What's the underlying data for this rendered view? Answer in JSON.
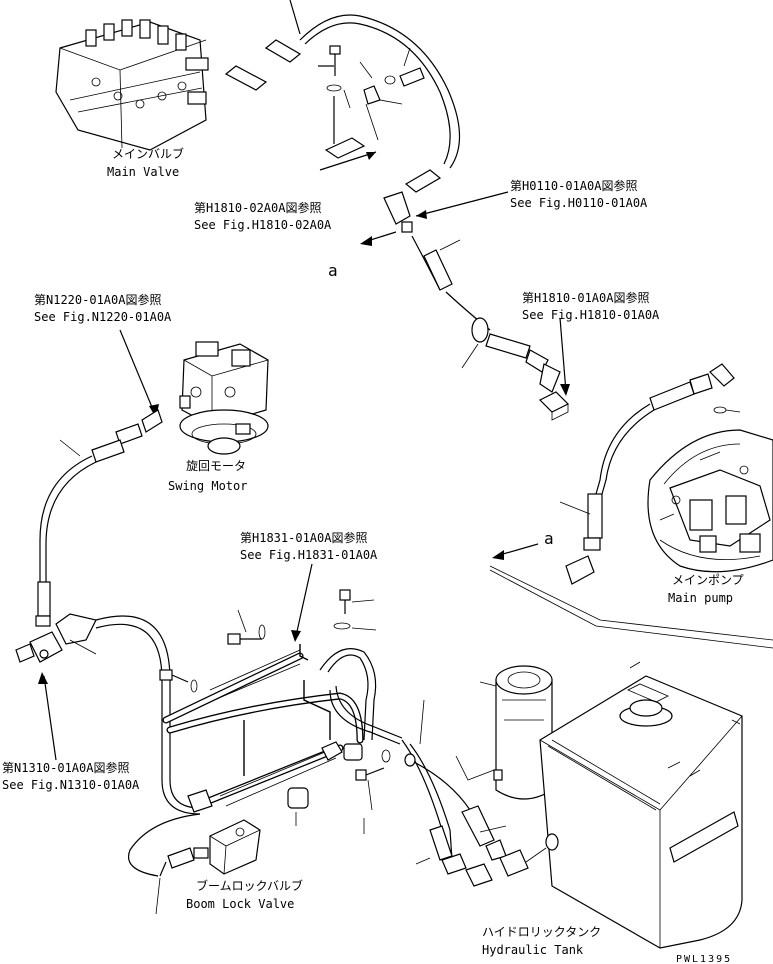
{
  "labels": {
    "main_valve_jp": "メインバルブ",
    "main_valve_en": "Main Valve",
    "ref_h1810_02_jp": "第H1810-02A0A図参照",
    "ref_h1810_02_en": "See Fig.H1810-02A0A",
    "ref_h0110_jp": "第H0110-01A0A図参照",
    "ref_h0110_en": "See Fig.H0110-01A0A",
    "arrow_a_top": "a",
    "ref_n1220_jp": "第N1220-01A0A図参照",
    "ref_n1220_en": "See Fig.N1220-01A0A",
    "ref_h1810_01_jp": "第H1810-01A0A図参照",
    "ref_h1810_01_en": "See Fig.H1810-01A0A",
    "swing_motor_jp": "旋回モータ",
    "swing_motor_en": "Swing Motor",
    "ref_h1831_jp": "第H1831-01A0A図参照",
    "ref_h1831_en": "See Fig.H1831-01A0A",
    "arrow_a_right": "a",
    "main_pump_jp": "メインポンプ",
    "main_pump_en": "Main pump",
    "ref_n1310_jp": "第N1310-01A0A図参照",
    "ref_n1310_en": "See Fig.N1310-01A0A",
    "boom_lock_jp": "ブームロックバルブ",
    "boom_lock_en": "Boom Lock Valve",
    "hyd_tank_jp": "ハイドロリックタンク",
    "hyd_tank_en": "Hydraulic Tank",
    "drawing_code": "PWL1395"
  }
}
